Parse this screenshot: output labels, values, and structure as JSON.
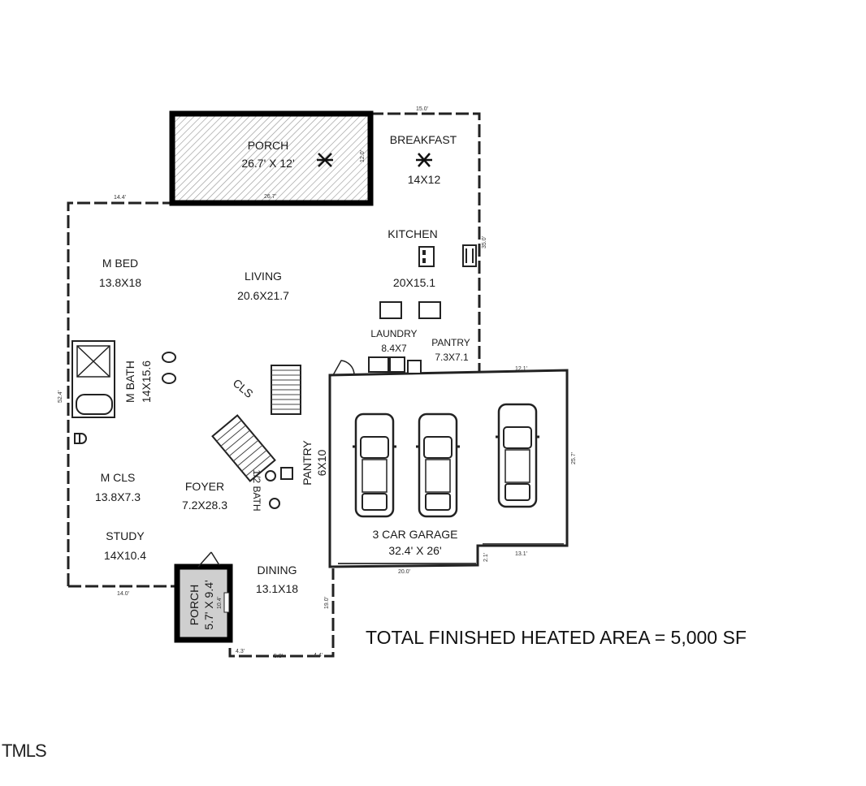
{
  "rooms": {
    "porch_rear": {
      "name": "PORCH",
      "size": "26.7' X 12'"
    },
    "breakfast": {
      "name": "BREAKFAST",
      "size": "14X12"
    },
    "kitchen": {
      "name": "KITCHEN",
      "size": "20X15.1"
    },
    "m_bed": {
      "name": "M BED",
      "size": "13.8X18"
    },
    "living": {
      "name": "LIVING",
      "size": "20.6X21.7"
    },
    "laundry": {
      "name": "LAUNDRY",
      "size": "8.4X7"
    },
    "pantry": {
      "name": "PANTRY",
      "size": "7.3X7.1"
    },
    "m_bath": {
      "name": "M BATH",
      "size": "14X15.6"
    },
    "cls": {
      "name": "CLS"
    },
    "pantry2": {
      "name": "PANTRY",
      "size": "6X10"
    },
    "half_bath": {
      "name": "1/2 BATH"
    },
    "m_cls": {
      "name": "M CLS",
      "size": "13.8X7.3"
    },
    "foyer": {
      "name": "FOYER",
      "size": "7.2X28.3"
    },
    "study": {
      "name": "STUDY",
      "size": "14X10.4"
    },
    "dining": {
      "name": "DINING",
      "size": "13.1X18"
    },
    "garage": {
      "name": "3 CAR GARAGE",
      "size": "32.4' X 26'"
    },
    "porch_front": {
      "name": "PORCH",
      "size": "5.7' X 9.4'"
    }
  },
  "dimensions": {
    "top": "15.0'",
    "porch_bottom": "26.7'",
    "porch_side": "12.0'",
    "left_top": "14.4'",
    "right_side": "35.0'",
    "left_side": "52.4'",
    "garage_top": "12.1'",
    "garage_side": "25.7'",
    "garage_bottom_right": "13.1'",
    "garage_step": "2.1'",
    "garage_bottom": "20.0'",
    "bottom_left": "14.0'",
    "dining_side": "19.0'",
    "front_a": "4.3'",
    "front_b": "5.8'",
    "front_c": "4.4'",
    "front_porch_side": "10.4'"
  },
  "total_area": "TOTAL FINISHED HEATED AREA = 5,000 SF",
  "watermark": "TMLS"
}
